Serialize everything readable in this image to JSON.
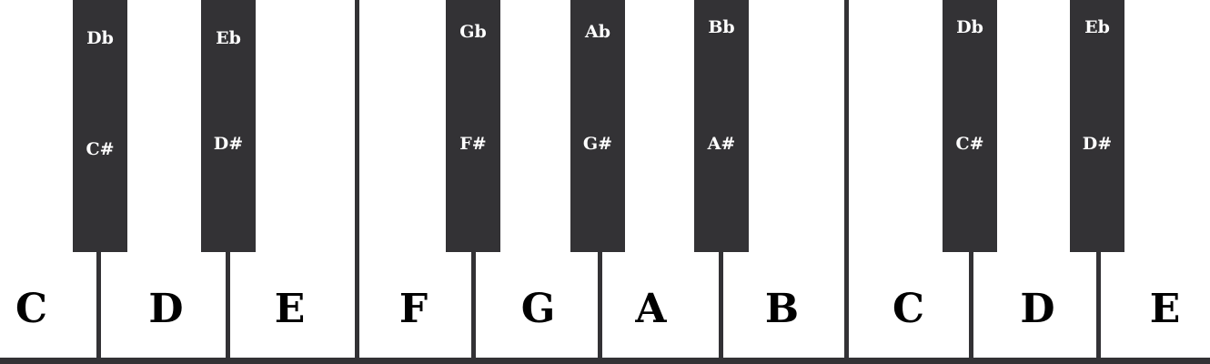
{
  "colors": {
    "black_key": "#333235",
    "white_key": "#ffffff",
    "label_dark": "#000000",
    "label_light": "#ffffff"
  },
  "white_keys": [
    {
      "label": "C"
    },
    {
      "label": "D"
    },
    {
      "label": "E"
    },
    {
      "label": "F"
    },
    {
      "label": "G"
    },
    {
      "label": "A"
    },
    {
      "label": "B"
    },
    {
      "label": "C"
    },
    {
      "label": "D"
    },
    {
      "label": "E"
    }
  ],
  "black_keys": [
    {
      "flat": "Db",
      "sharp": "C#"
    },
    {
      "flat": "Eb",
      "sharp": "D#"
    },
    {
      "flat": "Gb",
      "sharp": "F#"
    },
    {
      "flat": "Ab",
      "sharp": "G#"
    },
    {
      "flat": "Bb",
      "sharp": "A#"
    },
    {
      "flat": "Db",
      "sharp": "C#"
    },
    {
      "flat": "Eb",
      "sharp": "D#"
    }
  ]
}
